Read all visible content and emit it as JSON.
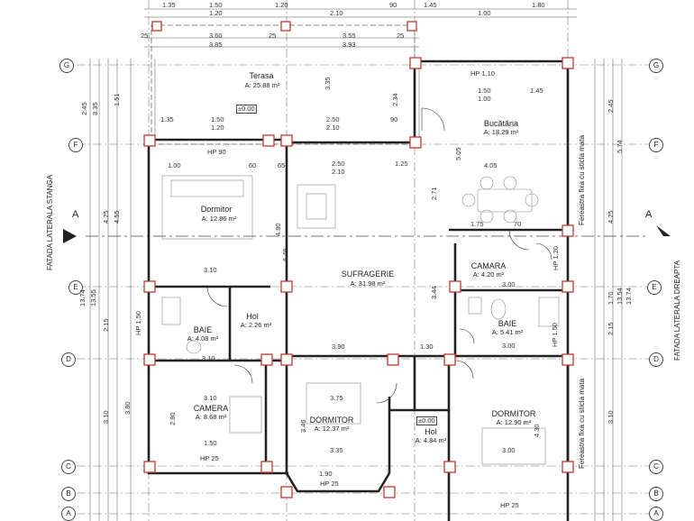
{
  "rooms": {
    "terasa": {
      "name": "Terasa",
      "area": "A: 25.88 m²"
    },
    "bucataria": {
      "name": "Bucătăria",
      "area": "A: 18.29 m²"
    },
    "dormitor_nw": {
      "name": "Dormitor",
      "area": "A: 12.86 m²"
    },
    "sufragerie": {
      "name": "SUFRAGERIE",
      "area": "A: 31.98 m²"
    },
    "camara_e": {
      "name": "CAMARA",
      "area": "A: 4.20 m²"
    },
    "baie_w": {
      "name": "BAIE",
      "area": "A: 4.08 m²"
    },
    "hol_w": {
      "name": "Hol",
      "area": "A: 2.26 m²"
    },
    "baie_e": {
      "name": "BAIE",
      "area": "A: 5.41 m²"
    },
    "camera": {
      "name": "CAMERA",
      "area": "A: 8.68 m²"
    },
    "dormitor_s": {
      "name": "DORMITOR",
      "area": "A: 12.37 m²"
    },
    "hol_s": {
      "name": "Hol",
      "area": "A: 4.84 m²"
    },
    "dormitor_e": {
      "name": "DORMITOR",
      "area": "A: 12.90 m²"
    }
  },
  "axes": {
    "g": "G",
    "f": "F",
    "e": "E",
    "d": "D",
    "c": "C",
    "b": "B",
    "a": "A",
    "section": "A"
  },
  "side_labels": {
    "left": "FATADA LATERALA STANGA",
    "right": "FATADA LATERALA DREAPTA",
    "window_upper": "Fereastra fixa cu sticla mata",
    "window_lower": "Fereastra fixa cu sticla mata"
  },
  "level_marks": {
    "terasa": "±0.00",
    "hol": "±0.00"
  },
  "hp_marks": {
    "hp_110": "HP 1.10",
    "hp_90": "HP 90",
    "hp_25_camera": "HP 25",
    "hp_25_dorm": "HP 25",
    "hp_25_east": "HP 25",
    "hp_150_w": "HP 1.50",
    "hp_150_e": "HP 1.50",
    "hp_120": "HP 1.20"
  },
  "dims_top": {
    "r1": [
      "1.35",
      "1.50",
      "1.20",
      "90",
      "1.45",
      "1.80"
    ],
    "r2": [
      "1.20",
      "2.10",
      "1.00"
    ],
    "r3": [
      "25",
      "3.60",
      "25",
      "3.55",
      "25"
    ],
    "r4": [
      "3.85",
      "3.93"
    ]
  },
  "dims_inner": {
    "t_335": "3.35",
    "t_234": "2.34",
    "t_135": "1.35",
    "t_150": "1.50",
    "t_250": "2.50",
    "t_90": "90",
    "t_120": "1.20",
    "t_210": "2.10",
    "k_150": "1.50",
    "k_145": "1.45",
    "k_100": "1.00",
    "k_405": "4.05",
    "k_505": "5.05",
    "s_250": "2.50",
    "s_210": "2.10",
    "s_125": "1.25",
    "d_100": "1.00",
    "d_60": "60",
    "d_65": "65",
    "d_310": "3.10",
    "d_480": "4.80",
    "d_646": "6.46",
    "s_271": "2.71",
    "s_344": "3.44",
    "c_300": "3.00",
    "c_175": "1.75",
    "c_70": "70",
    "b_300": "3.00",
    "b_310": "3.10",
    "m_390": "3.90",
    "m_130": "1.30",
    "cam_310": "3.10",
    "cam_280": "2.80",
    "cam_150": "1.50",
    "dor_375": "3.75",
    "dor_335": "3.35",
    "dor_346": "3.46",
    "de_300": "3.00",
    "de_430": "4.30",
    "bot_190": "1.90"
  },
  "dims_left": [
    "2.45",
    "3.35",
    "1.51",
    "4.25",
    "4.55",
    "13.74",
    "13.55",
    "2.15",
    "3.10",
    "3.80"
  ],
  "dims_right": [
    "2.45",
    "5.74",
    "4.25",
    "1.70",
    "13.54",
    "13.74",
    "2.15",
    "3.10"
  ]
}
